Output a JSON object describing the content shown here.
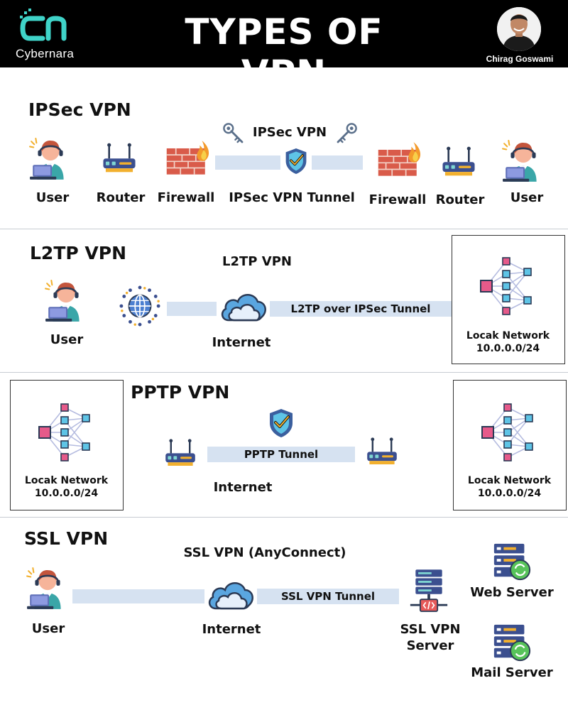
{
  "header": {
    "title": "TYPES OF VPN",
    "brand": "Cybernara",
    "author": "Chirag Goswami"
  },
  "ipsec": {
    "title": "IPSec VPN",
    "tunnel_title": "IPSec VPN",
    "labels": {
      "user_left": "User",
      "router_left": "Router",
      "firewall_left": "Firewall",
      "tunnel": "IPSec VPN Tunnel",
      "firewall_right": "Firewall",
      "router_right": "Router",
      "user_right": "User"
    }
  },
  "l2tp": {
    "title": "L2TP VPN",
    "subtitle": "L2TP VPN",
    "user": "User",
    "internet": "Internet",
    "tunnel": "L2TP over IPSec Tunnel",
    "network_name": "Locak Network",
    "network_addr": "10.0.0.0/24"
  },
  "pptp": {
    "title": "PPTP VPN",
    "tunnel": "PPTP Tunnel",
    "internet": "Internet",
    "left_network_name": "Locak Network",
    "left_network_addr": "10.0.0.0/24",
    "right_network_name": "Locak Network",
    "right_network_addr": "10.0.0.0/24"
  },
  "ssl": {
    "title": "SSL VPN",
    "subtitle": "SSL VPN (AnyConnect)",
    "user": "User",
    "internet": "Internet",
    "tunnel": "SSL VPN Tunnel",
    "vpn_server_line1": "SSL VPN",
    "vpn_server_line2": "Server",
    "web_server": "Web Server",
    "mail_server": "Mail Server"
  },
  "colors": {
    "header_bg": "#000000",
    "logo_accent": "#3fd3c8",
    "bar": "#d6e2f1",
    "divider": "#c7ccd2"
  }
}
